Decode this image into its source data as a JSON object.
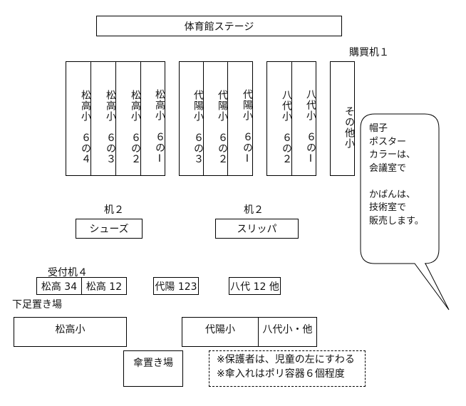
{
  "stage": "体育館ステージ",
  "purchase_desk": "購買机１",
  "columns": {
    "matsu": [
      "松高小　６の４",
      "松高小　６の３",
      "松高小　６の２",
      "松高小　６のⅠ"
    ],
    "daiyo": [
      "代陽小　６の３",
      "代陽小　６の２",
      "代陽小　６のⅠ"
    ],
    "yatsu": [
      "八代小　６の２",
      "八代小　６のⅠ"
    ],
    "other": "その他小"
  },
  "bubble": "帽子\nポスター\nカラーは、\n会議室で\n\nかばんは、\n技術室で\n販売します。",
  "desk2_left": "机２",
  "desk2_right": "机２",
  "shoes": "シューズ",
  "slippers": "スリッパ",
  "reception_label": "受付机４",
  "reception": [
    "松高 34",
    "松高 12",
    "代陽 123",
    "八代 12 他"
  ],
  "shoe_area_label": "下足置き場",
  "shoe_areas": [
    "松高小",
    "代陽小",
    "八代小・他"
  ],
  "umbrella": "傘置き場",
  "notes": [
    "※保護者は、児童の左にすわる",
    "※傘入れはポリ容器６個程度"
  ]
}
